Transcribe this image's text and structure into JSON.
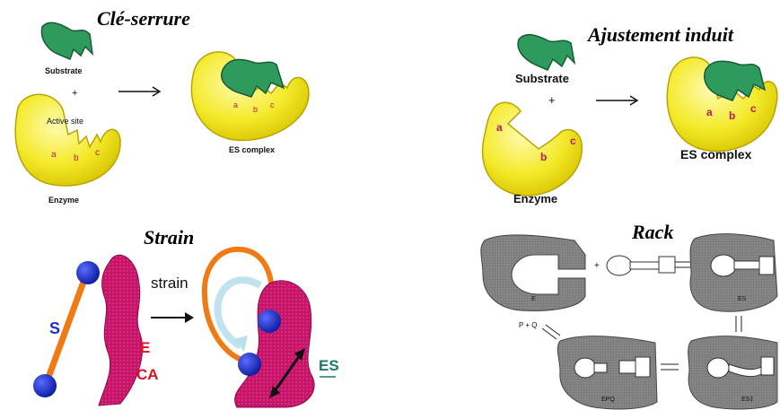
{
  "panels": {
    "lock_key": {
      "title": "Clé-serrure",
      "substrate": "Substrate",
      "plus": "+",
      "active_site": "Active site",
      "enzyme": "Enzyme",
      "es_complex": "ES complex",
      "sites": [
        "a",
        "b",
        "c"
      ]
    },
    "induced_fit": {
      "title": "Ajustement induit",
      "substrate": "Substrate",
      "plus": "+",
      "enzyme": "Enzyme",
      "es_complex": "ES complex",
      "sites": [
        "a",
        "b",
        "c"
      ]
    },
    "strain": {
      "title": "Strain",
      "s_label": "S",
      "arrow_label": "strain",
      "e_label": "E",
      "ca_label": "CA",
      "es_label": "ES"
    },
    "rack": {
      "title": "Rack",
      "e_label": "E",
      "es_label": "ES",
      "epq_label": "EPQ",
      "es_strained_label": "ES‡",
      "pq_label": "P + Q",
      "plus": "+"
    }
  },
  "colors": {
    "enzyme_yellow": "#f4ea2a",
    "substrate_green": "#2e9a5c",
    "site_red": "#c0185a",
    "strain_magenta": "#c8136a",
    "strain_blue": "#1b2fd6",
    "strain_orange": "#f07a14",
    "rack_gray": "#8a8a8a"
  }
}
